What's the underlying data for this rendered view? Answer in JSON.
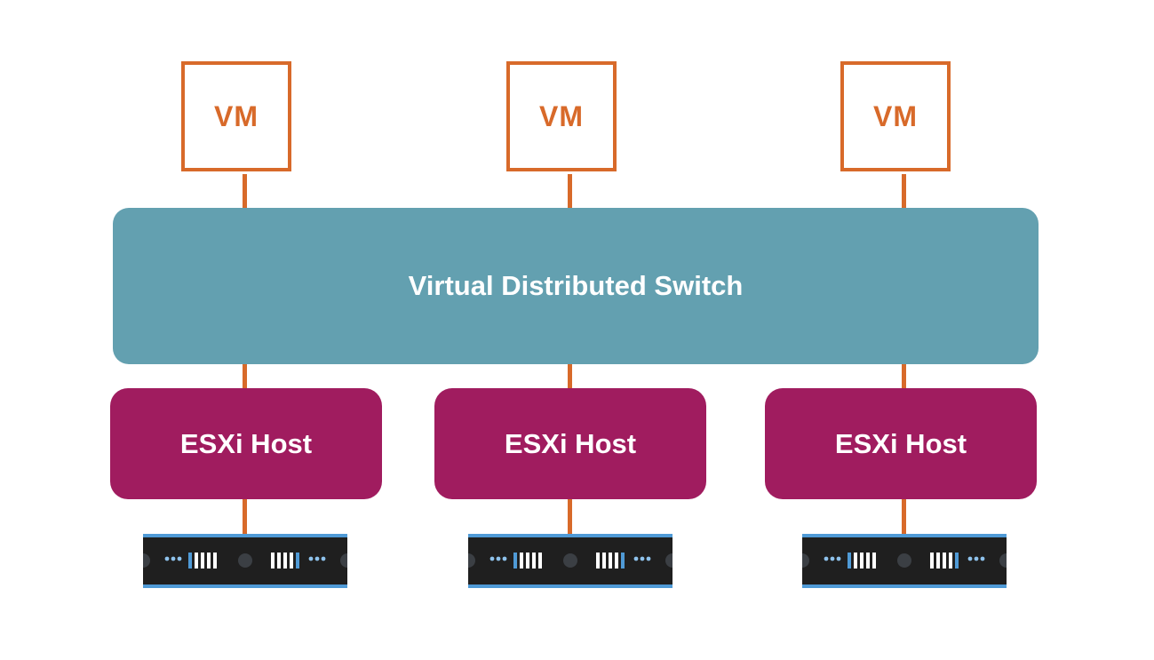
{
  "vms": [
    {
      "label": "VM"
    },
    {
      "label": "VM"
    },
    {
      "label": "VM"
    }
  ],
  "switch": {
    "label": "Virtual Distributed Switch"
  },
  "hosts": [
    {
      "label": "ESXi Host"
    },
    {
      "label": "ESXi Host"
    },
    {
      "label": "ESXi Host"
    }
  ],
  "servers": [
    {
      "icon": "rack-server-icon"
    },
    {
      "icon": "rack-server-icon"
    },
    {
      "icon": "rack-server-icon"
    }
  ],
  "colors": {
    "vm_border": "#d86a2a",
    "connector": "#d86a2a",
    "switch_fill": "#63a0b0",
    "host_fill": "#a01c5f",
    "server_body": "#1f1f1f",
    "server_trim": "#4f9ad6"
  }
}
